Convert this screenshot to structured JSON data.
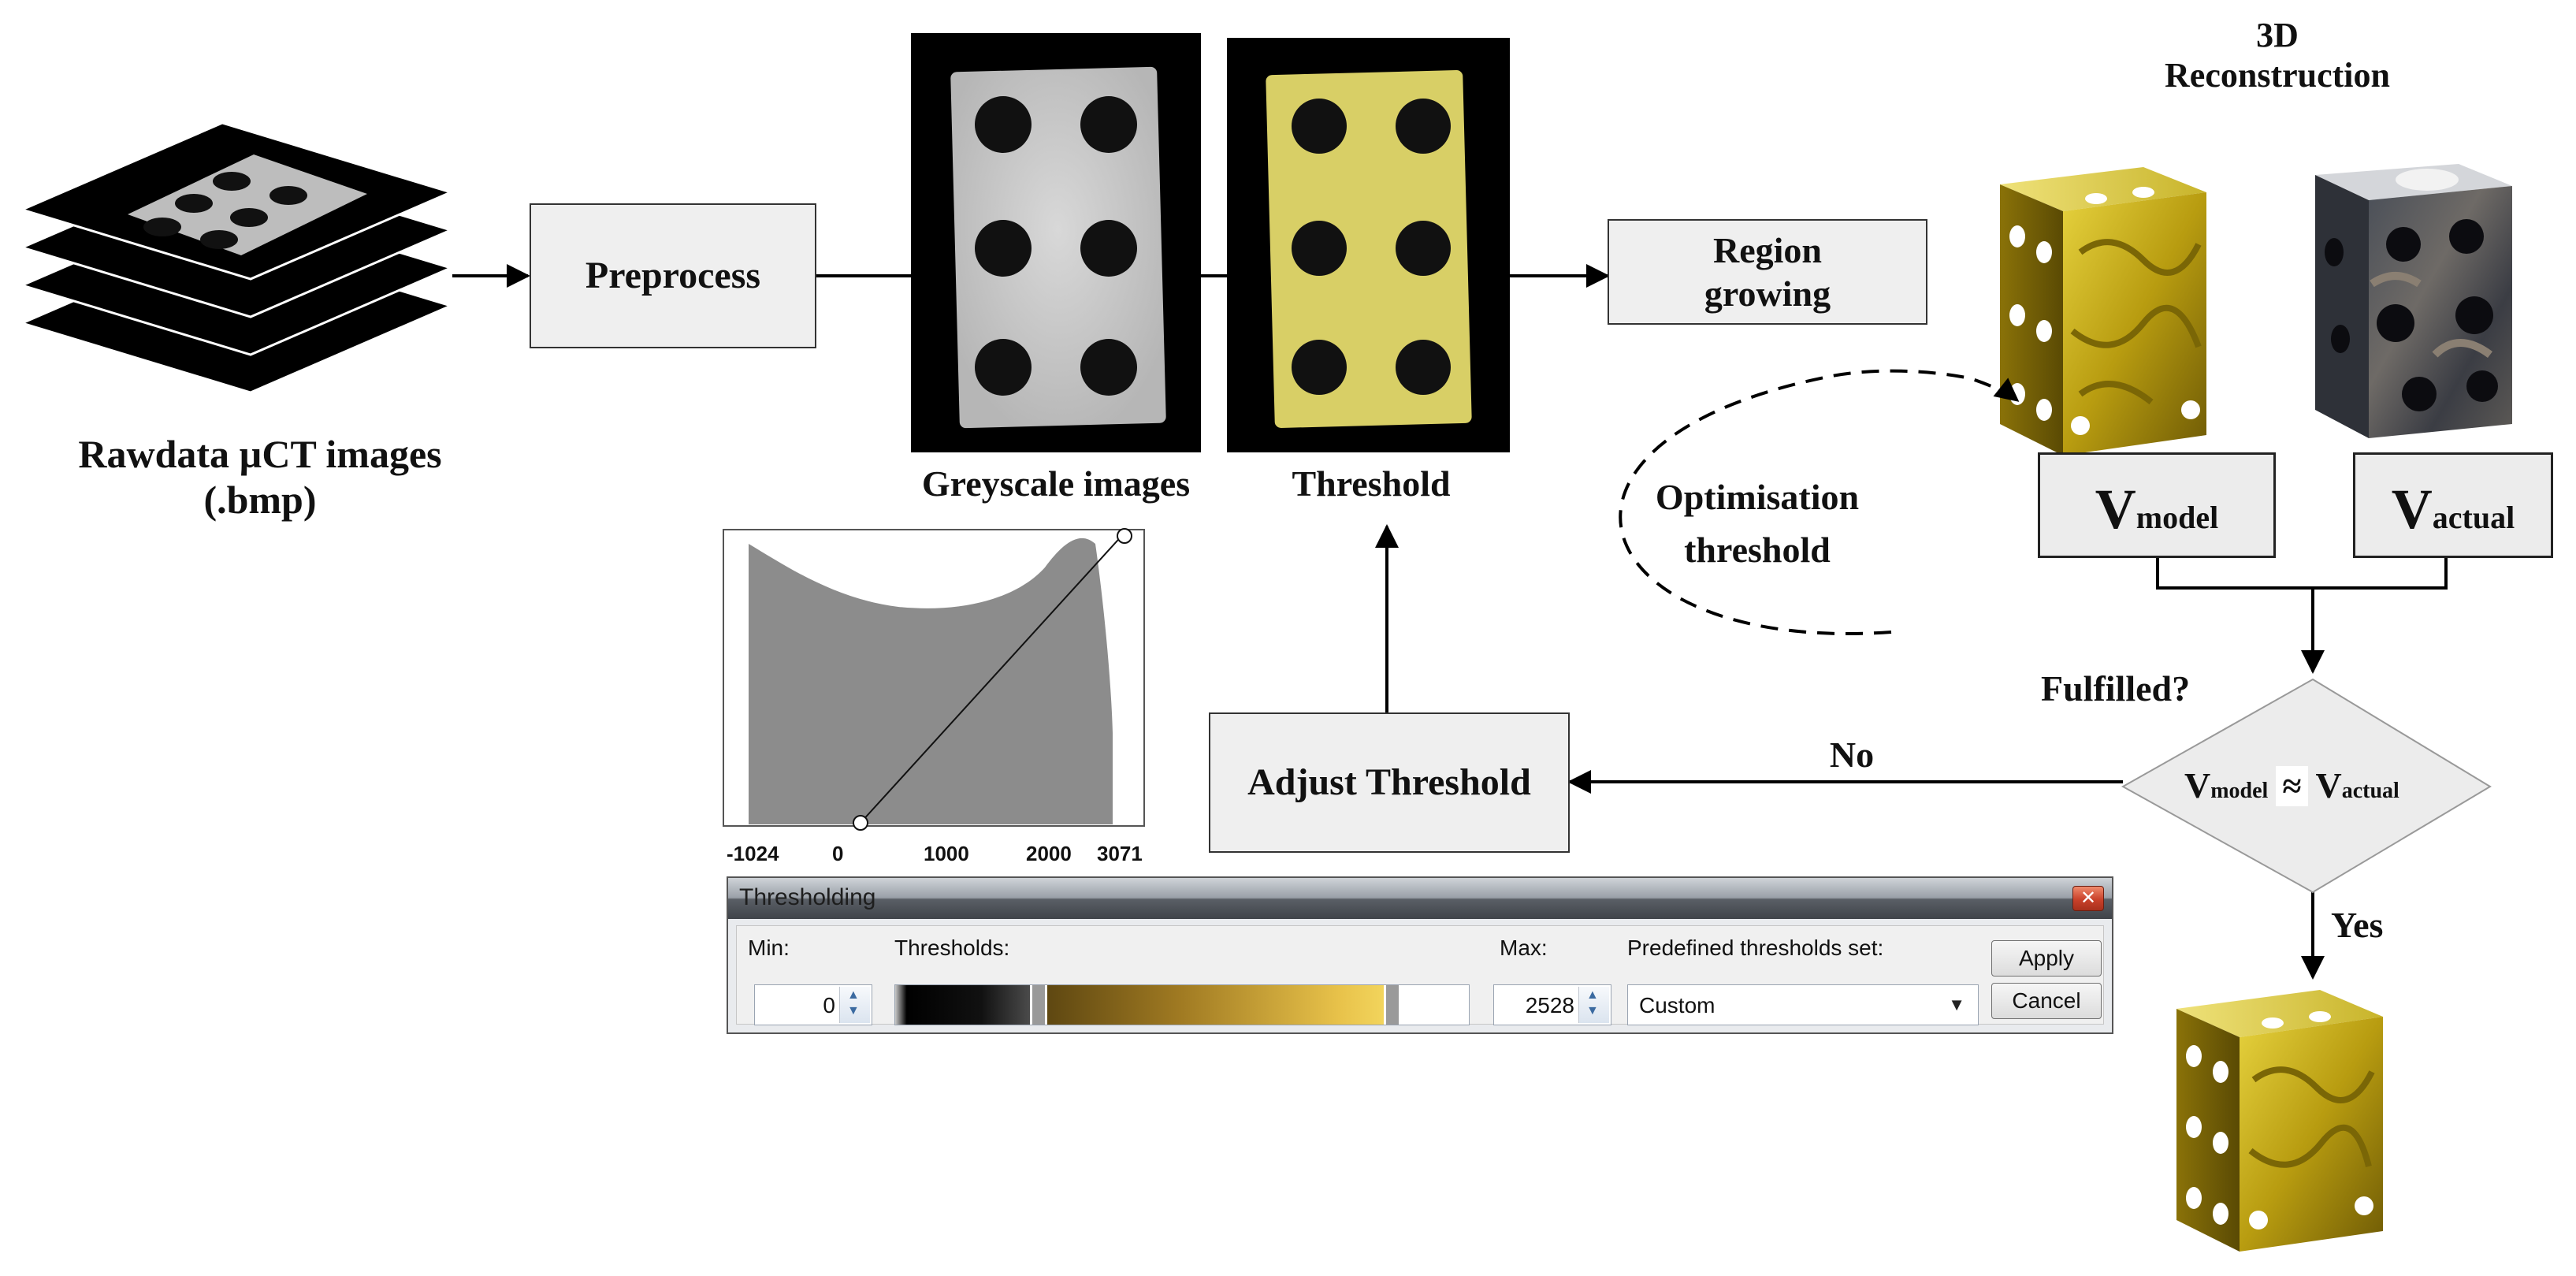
{
  "labels": {
    "rawdata_line1": "Rawdata µCT images",
    "rawdata_line2": "(.bmp)",
    "greyscale": "Greyscale images",
    "threshold": "Threshold",
    "recon_line1": "3D",
    "recon_line2": "Reconstruction",
    "optimisation_line1": "Optimisation",
    "optimisation_line2": "threshold",
    "fulfilled": "Fulfilled?",
    "no": "No",
    "yes": "Yes"
  },
  "boxes": {
    "preprocess": "Preprocess",
    "region_line1": "Region",
    "region_line2": "growing",
    "adjust": "Adjust Threshold"
  },
  "volumes": {
    "v": "V",
    "model_sub": "model",
    "actual_sub": "actual",
    "approx": "≈"
  },
  "histogram": {
    "ticks": [
      "-1024",
      "0",
      "1000",
      "2000",
      "3071"
    ],
    "min_value": 0,
    "max_value": 2528,
    "range": [
      -1024,
      3071
    ]
  },
  "dialog": {
    "title": "Thresholding",
    "close_symbol": "✕",
    "min_label": "Min:",
    "min_value": "0",
    "thresholds_label": "Thresholds:",
    "max_label": "Max:",
    "max_value": "2528",
    "preset_label": "Predefined thresholds set:",
    "preset_value": "Custom",
    "apply": "Apply",
    "cancel": "Cancel"
  },
  "colors": {
    "threshold_yellow": "#d8cf66",
    "render_gold": "#c9b21f",
    "box_fill": "#efefef"
  }
}
